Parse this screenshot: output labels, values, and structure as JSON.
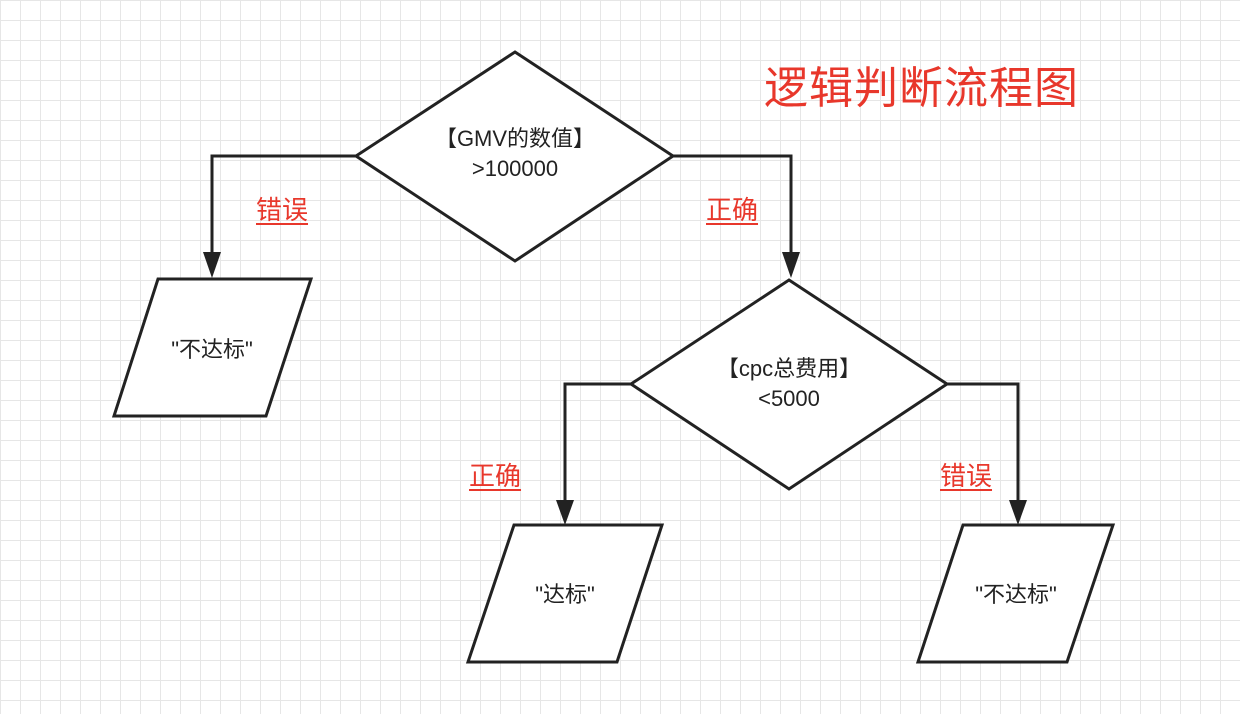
{
  "title": "逻辑判断流程图",
  "colors": {
    "accent": "#e8372b",
    "stroke": "#222222",
    "grid": "#e6e6e6"
  },
  "nodes": {
    "decision_gmv": {
      "line1": "【GMV的数值】",
      "line2": ">100000"
    },
    "decision_cpc": {
      "line1": "【cpc总费用】",
      "line2": "<5000"
    },
    "output_left_fail": {
      "text": "\"不达标\""
    },
    "output_pass": {
      "text": "\"达标\""
    },
    "output_right_fail": {
      "text": "\"不达标\""
    }
  },
  "edges": {
    "gmv_false": "错误",
    "gmv_true": "正确",
    "cpc_true": "正确",
    "cpc_false": "错误"
  }
}
